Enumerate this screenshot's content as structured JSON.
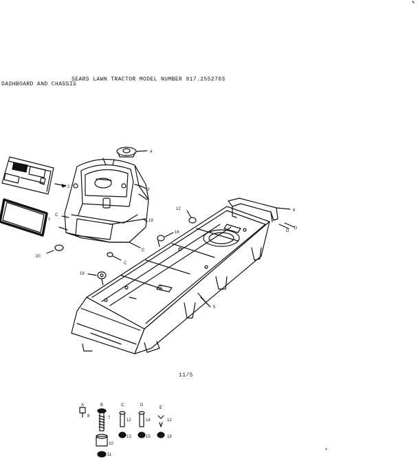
{
  "header": {
    "title": "SEARS LAWN TRACTOR  MODEL NUMBER  917.2552703",
    "subtitle": "DASHBOARD AND CHASSIS"
  },
  "page_number": "11/5",
  "callouts": {
    "c1": "1",
    "c2": "2",
    "c3": "3",
    "c4": "4",
    "c5": "5",
    "c6": "6",
    "c12": "12",
    "c16": "16",
    "c18": "18",
    "c19": "19",
    "c20": "20",
    "cC1": "C",
    "cC2": "C",
    "cC3": "C",
    "cD1": "D",
    "cD2": "D",
    "cE": "E"
  },
  "hardware_legend": [
    {
      "letter": "A",
      "parts": [
        "8"
      ]
    },
    {
      "letter": "B",
      "parts": [
        "7",
        "10",
        "11"
      ]
    },
    {
      "letter": "C",
      "parts": [
        "12",
        "13"
      ]
    },
    {
      "letter": "D",
      "parts": [
        "14",
        "15"
      ]
    },
    {
      "letter": "E",
      "parts": [
        "12",
        "19"
      ]
    }
  ]
}
